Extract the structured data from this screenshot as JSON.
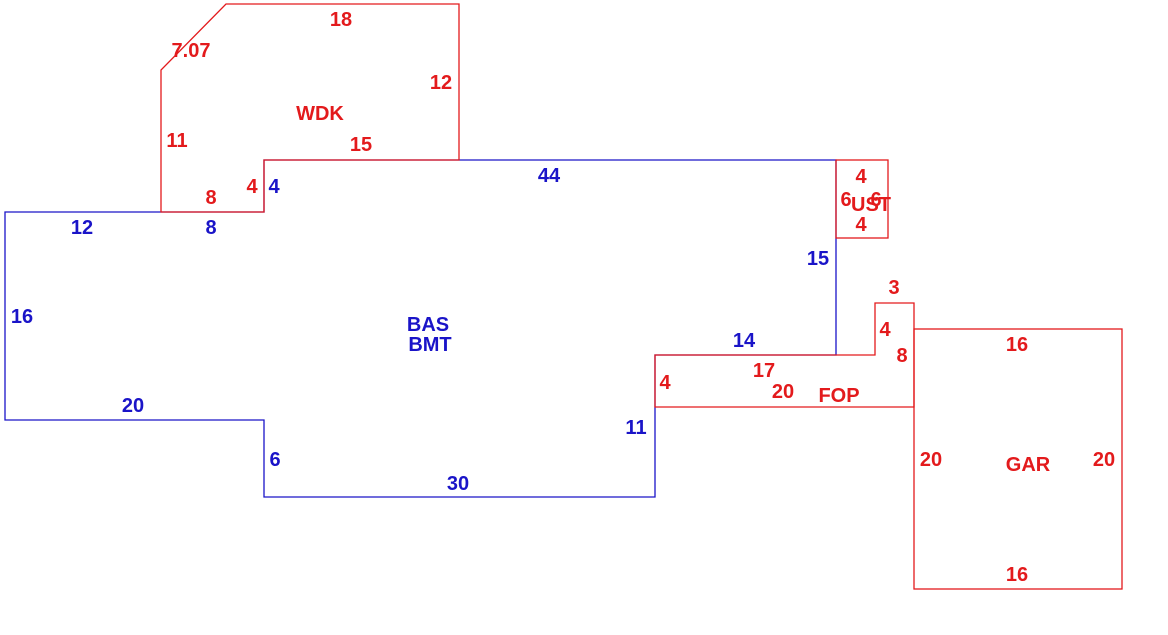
{
  "colors": {
    "main": "#1a14c8",
    "addition": "#e31a1c",
    "background": "#ffffff"
  },
  "areas": {
    "bas": {
      "code": "BAS",
      "sub": "BMT"
    },
    "wdk": {
      "code": "WDK"
    },
    "ust": {
      "code": "UST"
    },
    "fop": {
      "code": "FOP"
    },
    "gar": {
      "code": "GAR"
    }
  },
  "dims": {
    "bas": [
      "44",
      "15",
      "14",
      "11",
      "30",
      "6",
      "20",
      "16",
      "12",
      "8",
      "4"
    ],
    "wdk": [
      "18",
      "12",
      "15",
      "11",
      "7.07",
      "8",
      "4"
    ],
    "ust": [
      "4",
      "6",
      "6",
      "4"
    ],
    "fop": [
      "3",
      "4",
      "8",
      "17",
      "20",
      "4"
    ],
    "gar": [
      "16",
      "20",
      "20",
      "16"
    ]
  }
}
